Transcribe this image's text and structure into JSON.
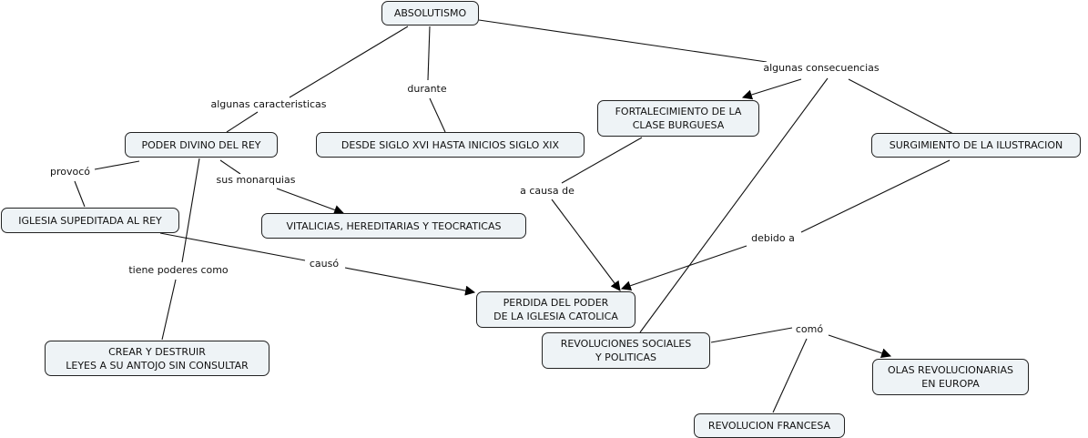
{
  "concepts": {
    "absolutismo": "ABSOLUTISMO",
    "poder_divino": "PODER DIVINO DEL REY",
    "desde_siglo": "DESDE SIGLO XVI HASTA INICIOS SIGLO XIX",
    "fortalecimiento": "FORTALECIMIENTO DE LA\nCLASE BURGUESA",
    "surgimiento": "SURGIMIENTO DE LA ILUSTRACION",
    "iglesia_supeditada": "IGLESIA SUPEDITADA AL REY",
    "vitalicias": "VITALICIAS, HEREDITARIAS Y TEOCRATICAS",
    "perdida": "PERDIDA DEL PODER\nDE LA IGLESIA CATOLICA",
    "revoluciones": "REVOLUCIONES SOCIALES\nY POLITICAS",
    "olas": "OLAS REVOLUCIONARIAS\nEN EUROPA",
    "crear": "CREAR Y DESTRUIR\nLEYES A SU ANTOJO SIN CONSULTAR",
    "francesa": "REVOLUCION FRANCESA"
  },
  "link_labels": {
    "caracteristicas": "algunas caracteristicas",
    "durante": "durante",
    "consecuencias": "algunas consecuencias",
    "provoco": "provocó",
    "monarquias": "sus monarquias",
    "tiene_poderes": "tiene poderes como",
    "causo": "causó",
    "a_causa_de": "a causa de",
    "debido_a": "debido a",
    "como": "comó"
  },
  "colors": {
    "node_fill": "#eef3f6",
    "line": "#111111"
  }
}
